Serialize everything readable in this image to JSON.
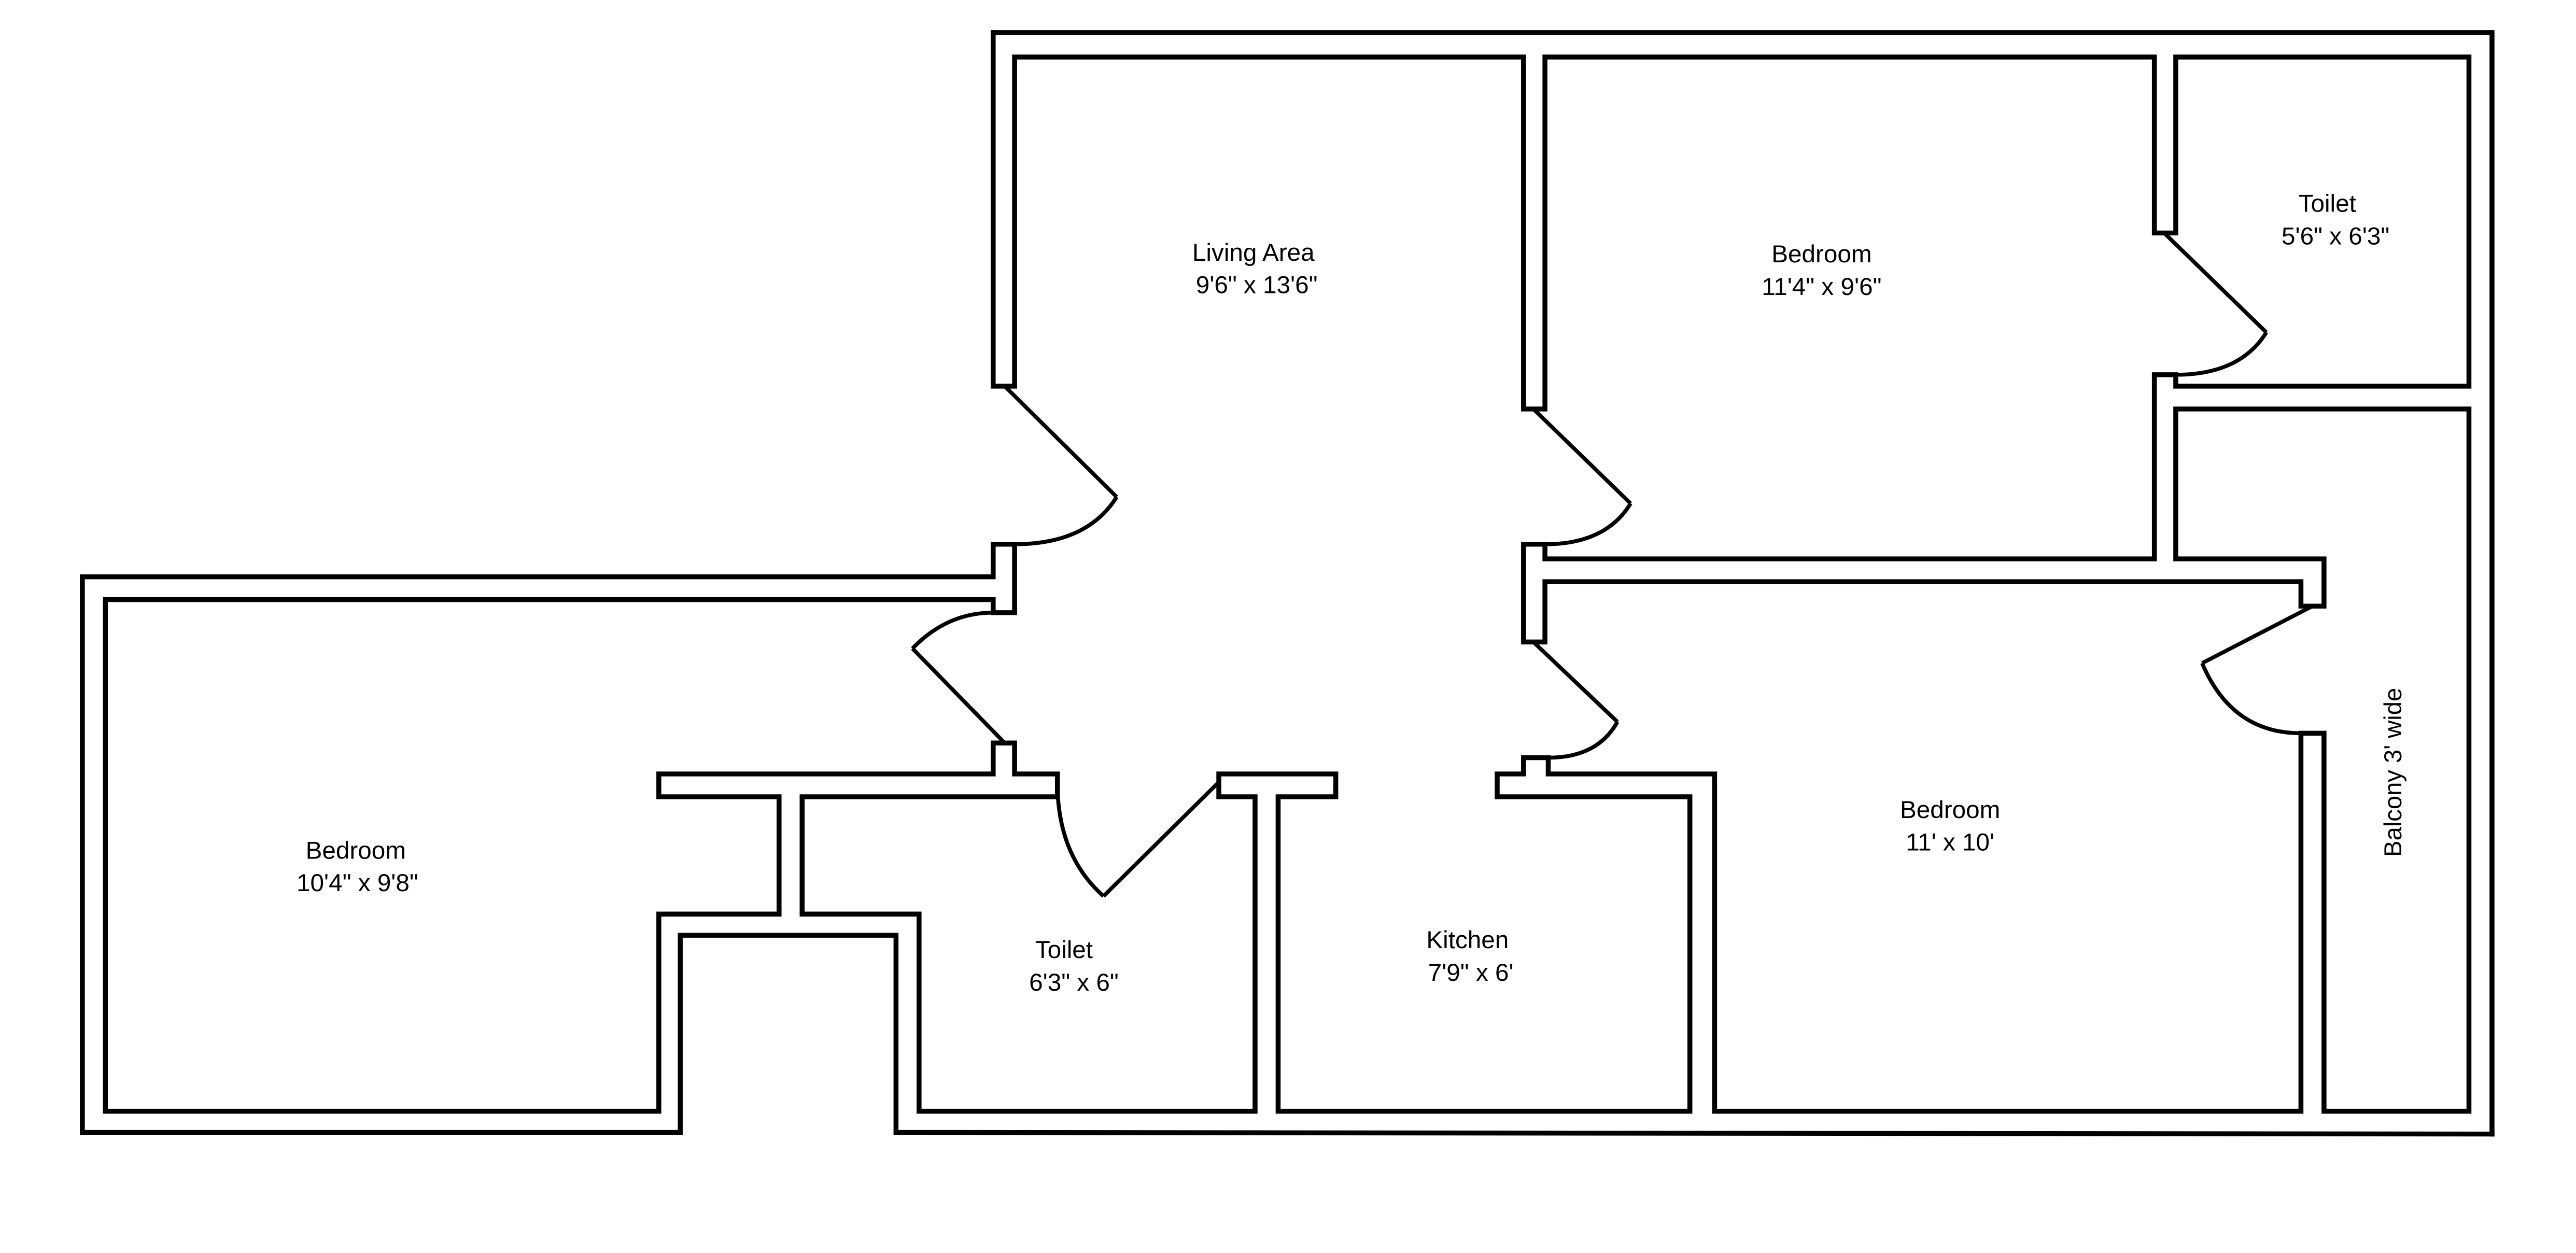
{
  "colors": {
    "background": "#ffffff",
    "line": "#000000"
  },
  "rooms": {
    "living_area": {
      "name": "Living Area",
      "size": "9'6\" x 13'6\""
    },
    "bedroom_top": {
      "name": "Bedroom",
      "size": "11'4\" x 9'6\""
    },
    "toilet_top": {
      "name": "Toilet",
      "size": "5'6\" x 6'3\""
    },
    "bedroom_left": {
      "name": "Bedroom",
      "size": "10'4\" x 9'8\""
    },
    "toilet_bottom": {
      "name": "Toilet",
      "size": "6'3\" x 6\""
    },
    "kitchen": {
      "name": "Kitchen",
      "size": "7'9\" x 6'"
    },
    "bedroom_right": {
      "name": "Bedroom",
      "size": "11' x 10'"
    },
    "balcony": {
      "label": "Balcony 3' wide"
    }
  }
}
